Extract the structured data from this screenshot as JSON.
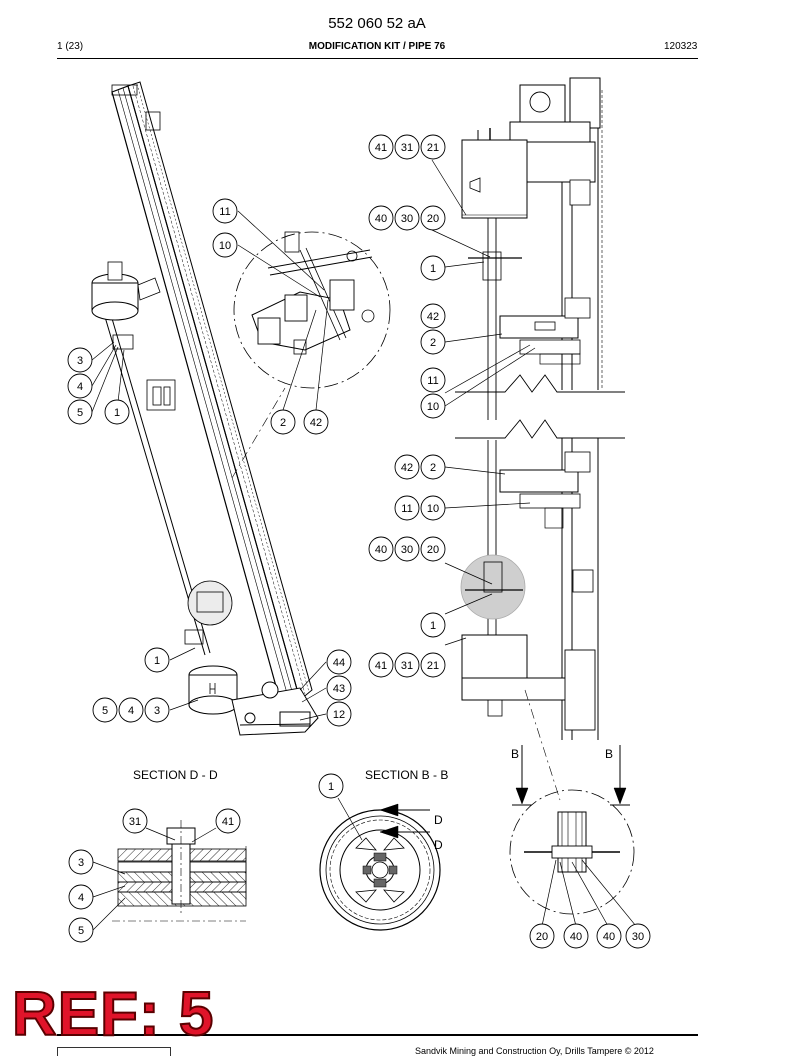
{
  "header": {
    "doc_number": "552 060 52 aA",
    "page": "1 (23)",
    "title": "MODIFICATION KIT / PIPE 76",
    "date": "120323"
  },
  "footer": {
    "copyright": "Sandvik Mining and Construction Oy, Drills Tampere © 2012"
  },
  "stamp": {
    "text": "REF: 5",
    "color": "#e0142a"
  },
  "sections": {
    "dd": "SECTION D - D",
    "bb": "SECTION B - B",
    "arrow_b": "B",
    "arrow_d": "D"
  },
  "callouts": {
    "left_3": "3",
    "left_4": "4",
    "left_5": "5",
    "left_1": "1",
    "det_11": "11",
    "det_10": "10",
    "det_2": "2",
    "det_42": "42",
    "bl_1": "1",
    "bl_5": "5",
    "bl_4": "4",
    "bl_3": "3",
    "bm_44": "44",
    "bm_43": "43",
    "bm_12": "12",
    "r_41": "41",
    "r_31": "31",
    "r_21": "21",
    "r_40": "40",
    "r_30": "30",
    "r_20": "20",
    "r_1": "1",
    "r_42": "42",
    "r_2": "2",
    "r_11": "11",
    "r_10": "10",
    "r2_42": "42",
    "r2_2": "2",
    "r2_11": "11",
    "r2_10": "10",
    "r2_40": "40",
    "r2_30": "30",
    "r2_20": "20",
    "r2_1": "1",
    "r2_41": "41",
    "r2_31": "31",
    "r2_21": "21",
    "dd_31": "31",
    "dd_41": "41",
    "dd_3": "3",
    "dd_4": "4",
    "dd_5": "5",
    "bb_1": "1",
    "bs_20": "20",
    "bs_40a": "40",
    "bs_40b": "40",
    "bs_30": "30"
  }
}
